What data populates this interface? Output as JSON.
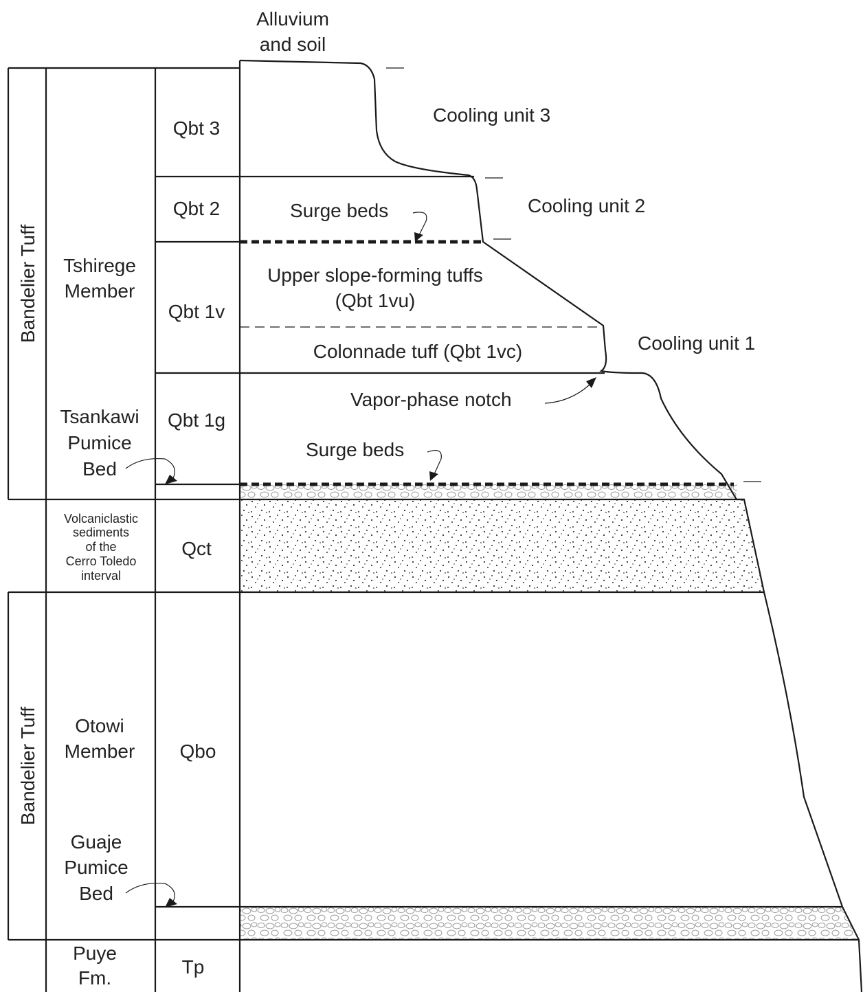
{
  "labels": {
    "alluvium_1": "Alluvium",
    "alluvium_2": "and soil",
    "cooling_unit_3": "Cooling unit 3",
    "cooling_unit_2": "Cooling unit 2",
    "cooling_unit_1": "Cooling unit 1",
    "surge_beds_upper": "Surge beds",
    "surge_beds_lower": "Surge beds",
    "upper_slope_1": "Upper slope-forming tuffs",
    "upper_slope_2": "(Qbt 1vu)",
    "colonnade": "Colonnade tuff (Qbt 1vc)",
    "vapor_notch": "Vapor-phase notch"
  },
  "column_formation": {
    "bandelier_upper": "Bandelier Tuff",
    "bandelier_lower": "Bandelier Tuff"
  },
  "column_member": {
    "tshirege_1": "Tshirege",
    "tshirege_2": "Member",
    "tsankawi_1": "Tsankawi",
    "tsankawi_2": "Pumice",
    "tsankawi_3": "Bed",
    "volc_1": "Volcaniclastic",
    "volc_2": "sediments",
    "volc_3": "of the",
    "volc_4": "Cerro Toledo",
    "volc_5": "interval",
    "otowi_1": "Otowi",
    "otowi_2": "Member",
    "guaje_1": "Guaje",
    "guaje_2": "Pumice",
    "guaje_3": "Bed",
    "puye_1": "Puye",
    "puye_2": "Fm."
  },
  "column_unit": {
    "qbt3": "Qbt 3",
    "qbt2": "Qbt 2",
    "qbt1v": "Qbt 1v",
    "qbt1g": "Qbt 1g",
    "qct": "Qct",
    "qbo": "Qbo",
    "tp": "Tp"
  }
}
